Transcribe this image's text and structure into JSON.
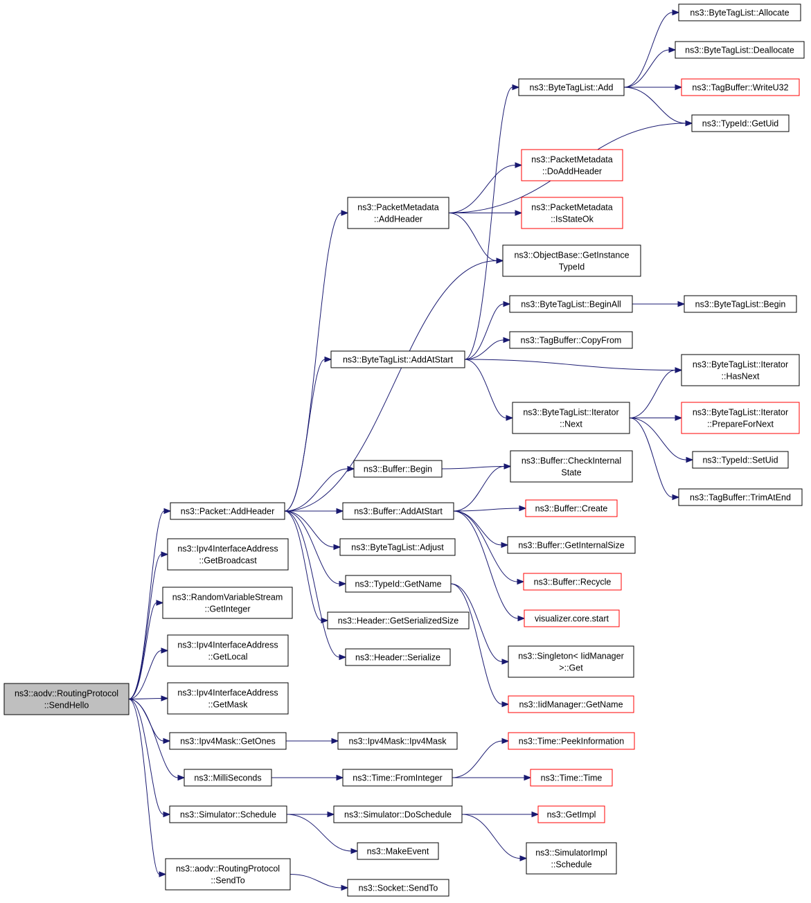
{
  "nodes": [
    {
      "id": "root",
      "lines": [
        "ns3::aodv::RoutingProtocol",
        "::SendHello"
      ],
      "style": "root"
    },
    {
      "id": "packet_addheader",
      "lines": [
        "ns3::Packet::AddHeader"
      ]
    },
    {
      "id": "ipv4_getbroadcast",
      "lines": [
        "ns3::Ipv4InterfaceAddress",
        "::GetBroadcast"
      ]
    },
    {
      "id": "rvs_getinteger",
      "lines": [
        "ns3::RandomVariableStream",
        "::GetInteger"
      ]
    },
    {
      "id": "ipv4_getlocal",
      "lines": [
        "ns3::Ipv4InterfaceAddress",
        "::GetLocal"
      ]
    },
    {
      "id": "ipv4_getmask",
      "lines": [
        "ns3::Ipv4InterfaceAddress",
        "::GetMask"
      ]
    },
    {
      "id": "ipv4mask_getones",
      "lines": [
        "ns3::Ipv4Mask::GetOnes"
      ]
    },
    {
      "id": "milliseconds",
      "lines": [
        "ns3::MilliSeconds"
      ]
    },
    {
      "id": "sim_schedule",
      "lines": [
        "ns3::Simulator::Schedule"
      ]
    },
    {
      "id": "aodv_sendto",
      "lines": [
        "ns3::aodv::RoutingProtocol",
        "::SendTo"
      ]
    },
    {
      "id": "pm_addheader",
      "lines": [
        "ns3::PacketMetadata",
        "::AddHeader"
      ]
    },
    {
      "id": "btl_addatstart",
      "lines": [
        "ns3::ByteTagList::AddAtStart"
      ]
    },
    {
      "id": "buffer_begin",
      "lines": [
        "ns3::Buffer::Begin"
      ]
    },
    {
      "id": "buffer_addatstart",
      "lines": [
        "ns3::Buffer::AddAtStart"
      ]
    },
    {
      "id": "btl_adjust",
      "lines": [
        "ns3::ByteTagList::Adjust"
      ]
    },
    {
      "id": "typeid_getname",
      "lines": [
        "ns3::TypeId::GetName"
      ]
    },
    {
      "id": "header_getsersize",
      "lines": [
        "ns3::Header::GetSerializedSize"
      ]
    },
    {
      "id": "header_serialize",
      "lines": [
        "ns3::Header::Serialize"
      ]
    },
    {
      "id": "ipv4mask_ctor",
      "lines": [
        "ns3::Ipv4Mask::Ipv4Mask"
      ]
    },
    {
      "id": "time_frominteger",
      "lines": [
        "ns3::Time::FromInteger"
      ]
    },
    {
      "id": "sim_doschedule",
      "lines": [
        "ns3::Simulator::DoSchedule"
      ]
    },
    {
      "id": "makeevent",
      "lines": [
        "ns3::MakeEvent"
      ]
    },
    {
      "id": "socket_sendto",
      "lines": [
        "ns3::Socket::SendTo"
      ]
    },
    {
      "id": "btl_add",
      "lines": [
        "ns3::ByteTagList::Add"
      ]
    },
    {
      "id": "pm_doaddheader",
      "lines": [
        "ns3::PacketMetadata",
        "::DoAddHeader"
      ],
      "style": "red"
    },
    {
      "id": "pm_isstateok",
      "lines": [
        "ns3::PacketMetadata",
        "::IsStateOk"
      ],
      "style": "red"
    },
    {
      "id": "ob_getinstancetypeid",
      "lines": [
        "ns3::ObjectBase::GetInstance",
        "TypeId"
      ]
    },
    {
      "id": "btl_beginall",
      "lines": [
        "ns3::ByteTagList::BeginAll"
      ]
    },
    {
      "id": "tb_copyfrom",
      "lines": [
        "ns3::TagBuffer::CopyFrom"
      ]
    },
    {
      "id": "btl_iter_next",
      "lines": [
        "ns3::ByteTagList::Iterator",
        "::Next"
      ]
    },
    {
      "id": "buffer_checkinternalstate",
      "lines": [
        "ns3::Buffer::CheckInternal",
        "State"
      ]
    },
    {
      "id": "buffer_create",
      "lines": [
        "ns3::Buffer::Create"
      ],
      "style": "red"
    },
    {
      "id": "buffer_getinternalsize",
      "lines": [
        "ns3::Buffer::GetInternalSize"
      ]
    },
    {
      "id": "buffer_recycle",
      "lines": [
        "ns3::Buffer::Recycle"
      ],
      "style": "red"
    },
    {
      "id": "visualizer_start",
      "lines": [
        "visualizer.core.start"
      ],
      "style": "red"
    },
    {
      "id": "singleton_get",
      "lines": [
        "ns3::Singleton< IidManager",
        ">::Get"
      ]
    },
    {
      "id": "iidmanager_getname",
      "lines": [
        "ns3::IidManager::GetName"
      ],
      "style": "red"
    },
    {
      "id": "time_peekinfo",
      "lines": [
        "ns3::Time::PeekInformation"
      ],
      "style": "red"
    },
    {
      "id": "time_time",
      "lines": [
        "ns3::Time::Time"
      ],
      "style": "red"
    },
    {
      "id": "getimpl",
      "lines": [
        "ns3::GetImpl"
      ],
      "style": "red"
    },
    {
      "id": "simimpl_schedule",
      "lines": [
        "ns3::SimulatorImpl",
        "::Schedule"
      ]
    },
    {
      "id": "btl_allocate",
      "lines": [
        "ns3::ByteTagList::Allocate"
      ]
    },
    {
      "id": "btl_deallocate",
      "lines": [
        "ns3::ByteTagList::Deallocate"
      ]
    },
    {
      "id": "tb_writeu32",
      "lines": [
        "ns3::TagBuffer::WriteU32"
      ],
      "style": "red"
    },
    {
      "id": "typeid_getuid",
      "lines": [
        "ns3::TypeId::GetUid"
      ]
    },
    {
      "id": "btl_begin",
      "lines": [
        "ns3::ByteTagList::Begin"
      ]
    },
    {
      "id": "btl_iter_hasnext",
      "lines": [
        "ns3::ByteTagList::Iterator",
        "::HasNext"
      ]
    },
    {
      "id": "btl_iter_prepare",
      "lines": [
        "ns3::ByteTagList::Iterator",
        "::PrepareForNext"
      ],
      "style": "red"
    },
    {
      "id": "typeid_setuid",
      "lines": [
        "ns3::TypeId::SetUid"
      ]
    },
    {
      "id": "tb_trimatend",
      "lines": [
        "ns3::TagBuffer::TrimAtEnd"
      ]
    }
  ],
  "edges": [
    [
      "root",
      "packet_addheader"
    ],
    [
      "root",
      "ipv4_getbroadcast"
    ],
    [
      "root",
      "rvs_getinteger"
    ],
    [
      "root",
      "ipv4_getlocal"
    ],
    [
      "root",
      "ipv4_getmask"
    ],
    [
      "root",
      "ipv4mask_getones"
    ],
    [
      "root",
      "milliseconds"
    ],
    [
      "root",
      "sim_schedule"
    ],
    [
      "root",
      "aodv_sendto"
    ],
    [
      "packet_addheader",
      "pm_addheader"
    ],
    [
      "packet_addheader",
      "ob_getinstancetypeid"
    ],
    [
      "packet_addheader",
      "btl_addatstart"
    ],
    [
      "packet_addheader",
      "buffer_begin"
    ],
    [
      "packet_addheader",
      "buffer_addatstart"
    ],
    [
      "packet_addheader",
      "btl_adjust"
    ],
    [
      "packet_addheader",
      "typeid_getname"
    ],
    [
      "packet_addheader",
      "header_getsersize"
    ],
    [
      "packet_addheader",
      "header_serialize"
    ],
    [
      "ipv4mask_getones",
      "ipv4mask_ctor"
    ],
    [
      "milliseconds",
      "time_frominteger"
    ],
    [
      "sim_schedule",
      "sim_doschedule"
    ],
    [
      "sim_schedule",
      "makeevent"
    ],
    [
      "aodv_sendto",
      "socket_sendto"
    ],
    [
      "pm_addheader",
      "typeid_getuid"
    ],
    [
      "pm_addheader",
      "pm_doaddheader"
    ],
    [
      "pm_addheader",
      "pm_isstateok"
    ],
    [
      "pm_addheader",
      "ob_getinstancetypeid"
    ],
    [
      "btl_addatstart",
      "btl_add"
    ],
    [
      "btl_addatstart",
      "btl_beginall"
    ],
    [
      "btl_addatstart",
      "tb_copyfrom"
    ],
    [
      "btl_addatstart",
      "btl_iter_hasnext"
    ],
    [
      "btl_addatstart",
      "btl_iter_next"
    ],
    [
      "buffer_begin",
      "buffer_checkinternalstate"
    ],
    [
      "buffer_addatstart",
      "buffer_checkinternalstate"
    ],
    [
      "buffer_addatstart",
      "buffer_create"
    ],
    [
      "buffer_addatstart",
      "buffer_getinternalsize"
    ],
    [
      "buffer_addatstart",
      "buffer_recycle"
    ],
    [
      "buffer_addatstart",
      "visualizer_start"
    ],
    [
      "typeid_getname",
      "singleton_get"
    ],
    [
      "typeid_getname",
      "iidmanager_getname"
    ],
    [
      "time_frominteger",
      "time_peekinfo"
    ],
    [
      "time_frominteger",
      "time_time"
    ],
    [
      "sim_doschedule",
      "getimpl"
    ],
    [
      "sim_doschedule",
      "simimpl_schedule"
    ],
    [
      "btl_add",
      "btl_allocate"
    ],
    [
      "btl_add",
      "btl_deallocate"
    ],
    [
      "btl_add",
      "tb_writeu32"
    ],
    [
      "btl_add",
      "typeid_getuid"
    ],
    [
      "btl_beginall",
      "btl_begin"
    ],
    [
      "btl_iter_next",
      "btl_iter_hasnext"
    ],
    [
      "btl_iter_next",
      "btl_iter_prepare"
    ],
    [
      "btl_iter_next",
      "typeid_setuid"
    ],
    [
      "btl_iter_next",
      "tb_trimatend"
    ]
  ]
}
